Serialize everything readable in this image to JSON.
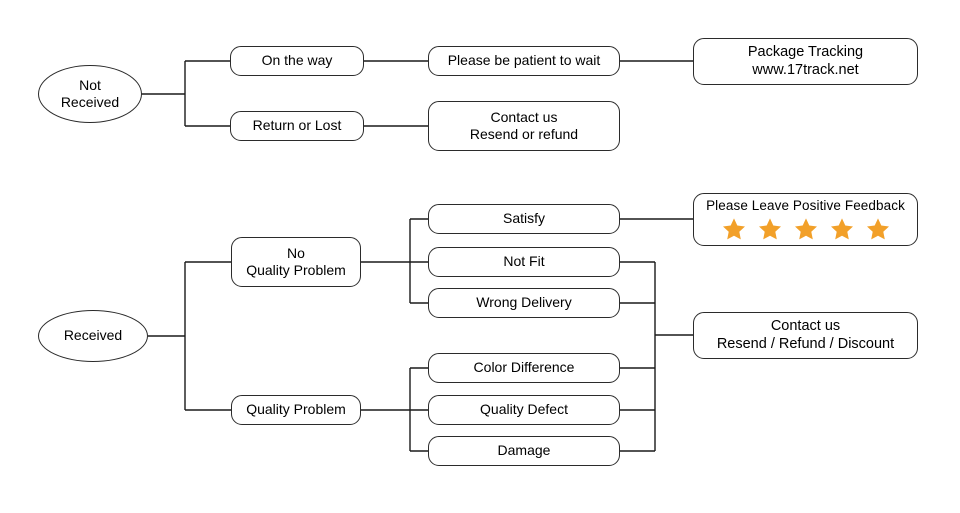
{
  "diagram": {
    "type": "flowchart",
    "background_color": "#ffffff",
    "line_color": "#1a1a1a",
    "star_color": "#F2A029",
    "branches": [
      {
        "id": "not-received",
        "root": {
          "label": "Not\nReceived",
          "shape": "ellipse"
        },
        "stages": [
          {
            "label": "On the way"
          },
          {
            "label": "Return or Lost"
          },
          {
            "label": "Please be patient to wait"
          },
          {
            "label": "Contact us\nResend or refund"
          },
          {
            "label": "Package Tracking\nwww.17track.net"
          }
        ]
      },
      {
        "id": "received",
        "root": {
          "label": "Received",
          "shape": "ellipse"
        },
        "stages": [
          {
            "label": "No\nQuality Problem"
          },
          {
            "label": "Quality Problem"
          },
          {
            "label": "Satisfy"
          },
          {
            "label": "Not Fit"
          },
          {
            "label": "Wrong Delivery"
          },
          {
            "label": "Color Difference"
          },
          {
            "label": "Quality Defect"
          },
          {
            "label": "Damage"
          },
          {
            "label": "Contact us\nResend / Refund / Discount"
          }
        ]
      }
    ]
  },
  "nodes": {
    "not_received": "Not\nReceived",
    "on_the_way": "On the way",
    "return_or_lost": "Return or Lost",
    "please_be_patient": "Please be patient to wait",
    "contact_resend_refund": "Contact us\nResend or refund",
    "package_tracking": "Package Tracking\nwww.17track.net",
    "received": "Received",
    "no_quality_problem": "No\nQuality Problem",
    "quality_problem": "Quality Problem",
    "satisfy": "Satisfy",
    "not_fit": "Not Fit",
    "wrong_delivery": "Wrong Delivery",
    "color_difference": "Color Difference",
    "quality_defect": "Quality Defect",
    "damage": "Damage",
    "contact_resend_refund_discount": "Contact us\nResend / Refund / Discount"
  },
  "feedback": {
    "text": "Please Leave Positive Feedback",
    "star_count": 5,
    "star_color": "#F2A029",
    "icon": "star-icon"
  }
}
